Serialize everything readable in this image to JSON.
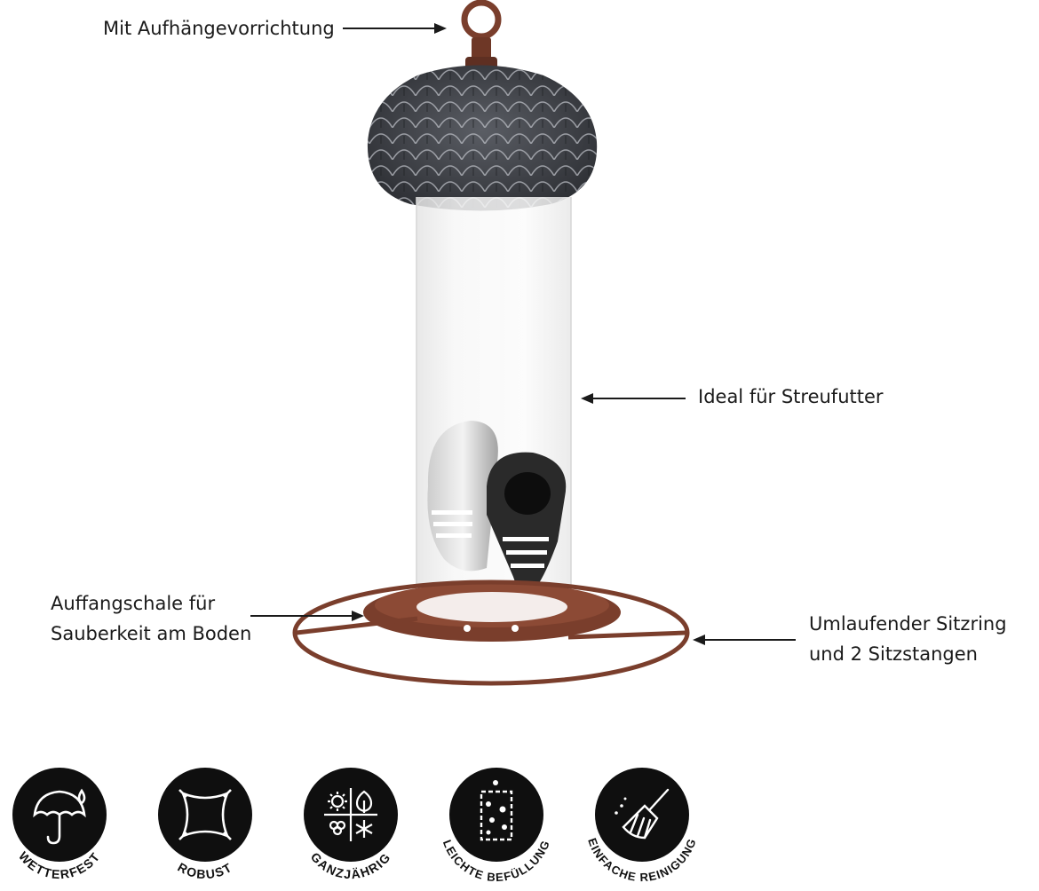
{
  "callouts": {
    "hanger": "Mit Aufhängevorrichtung",
    "feed": "Ideal für Streufutter",
    "tray": [
      "Auffangschale für",
      "Sauberkeit am Boden"
    ],
    "ring": [
      "Umlaufender Sitzring",
      "und 2 Sitzstangen"
    ]
  },
  "features": [
    {
      "label": "WETTERFEST",
      "icon": "umbrella-icon"
    },
    {
      "label": "ROBUST",
      "icon": "robust-frame-icon"
    },
    {
      "label": "GANZJÄHRIG",
      "icon": "four-seasons-icon"
    },
    {
      "label": "LEICHTE BEFÜLLUNG",
      "icon": "filling-jar-icon"
    },
    {
      "label": "EINFACHE REINIGUNG",
      "icon": "broom-icon"
    }
  ],
  "colors": {
    "bronze": "#7a3e2c",
    "cap": "#3d3f45",
    "perch": "#222222",
    "badge": "#0f0f0f"
  }
}
